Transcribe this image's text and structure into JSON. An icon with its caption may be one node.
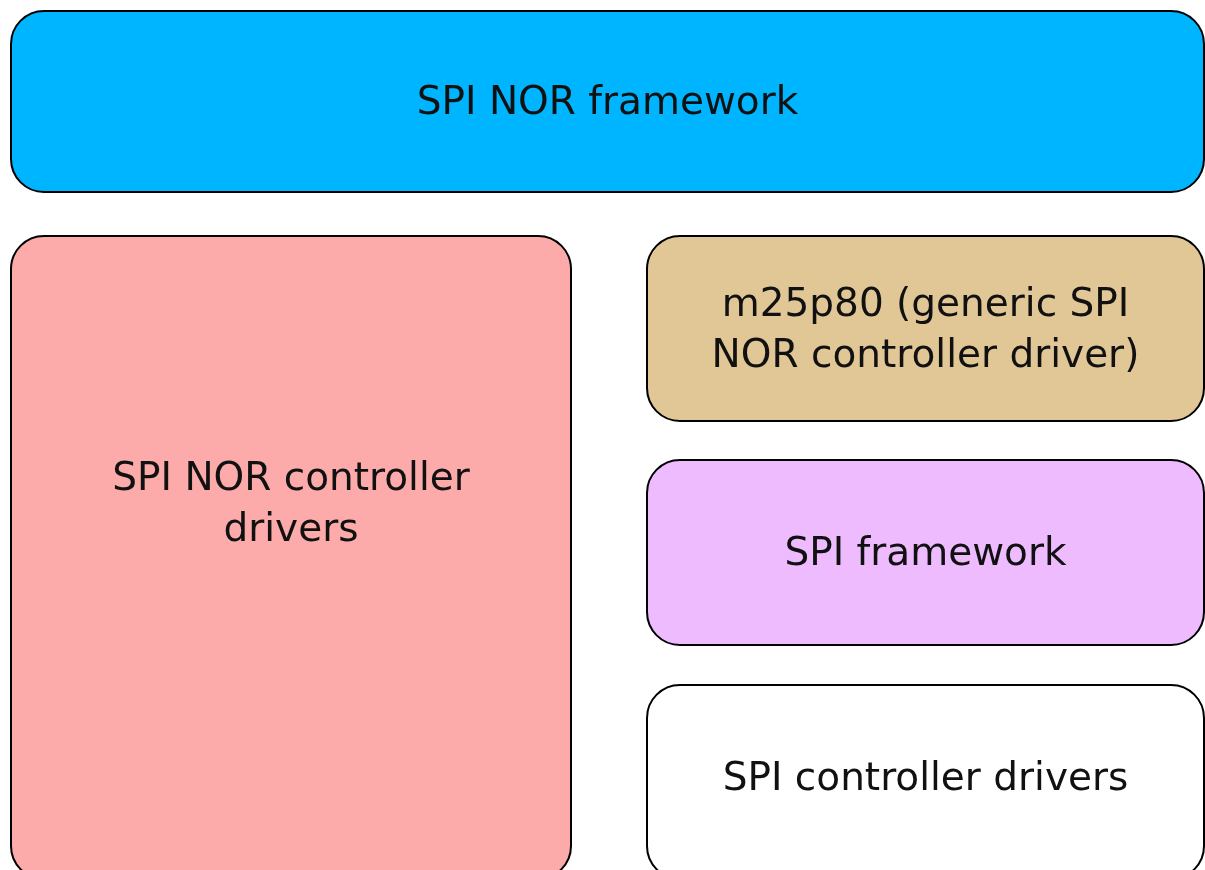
{
  "diagram": {
    "nodes": [
      {
        "text": [
          "SPI NOR framework"
        ]
      },
      {
        "text": [
          "SPI NOR controller drivers"
        ]
      },
      {
        "text": [
          "m25p80 (generic SPI NOR controller driver)"
        ]
      },
      {
        "text": [
          "SPI framework"
        ]
      },
      {
        "text": [
          "SPI controller drivers"
        ]
      }
    ]
  }
}
